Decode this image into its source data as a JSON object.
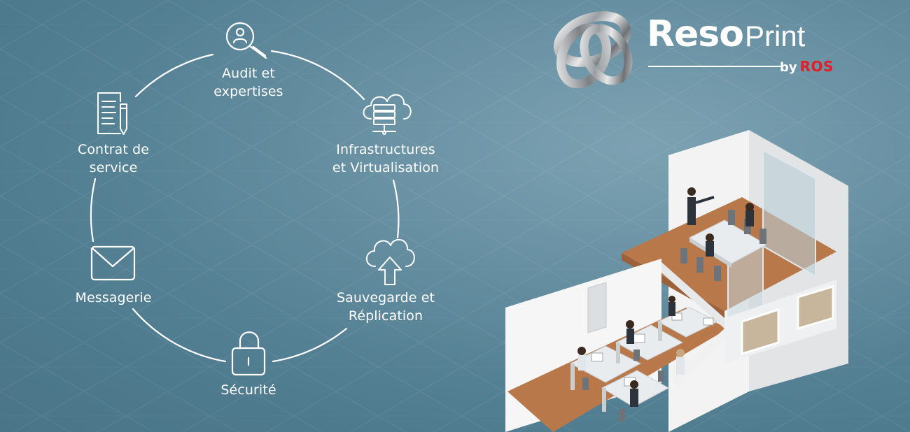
{
  "services": [
    {
      "id": "audit",
      "label_lines": [
        "Audit et",
        "expertises"
      ],
      "icon": "user-search-icon"
    },
    {
      "id": "infrastructures",
      "label_lines": [
        "Infrastructures",
        "et Virtualisation"
      ],
      "icon": "cloud-server-icon"
    },
    {
      "id": "sauvegarde",
      "label_lines": [
        "Sauvegarde et",
        "Réplication"
      ],
      "icon": "cloud-upload-icon"
    },
    {
      "id": "securite",
      "label_lines": [
        "Sécurité"
      ],
      "icon": "padlock-icon"
    },
    {
      "id": "messagerie",
      "label_lines": [
        "Messagerie"
      ],
      "icon": "envelope-icon"
    },
    {
      "id": "contrat",
      "label_lines": [
        "Contrat de",
        "service"
      ],
      "icon": "document-pen-icon"
    }
  ],
  "brand": {
    "name_bold": "Reso",
    "name_light": "Print",
    "by": "by",
    "by_brand": "ROS",
    "accent_color": "#e41e26",
    "emblem_icon": "interlocked-rings-icon"
  },
  "illustration": {
    "icon": "isometric-office-icon"
  },
  "colors": {
    "background": "#5d889b",
    "line": "#ffffff",
    "floor": "#b8784a"
  }
}
